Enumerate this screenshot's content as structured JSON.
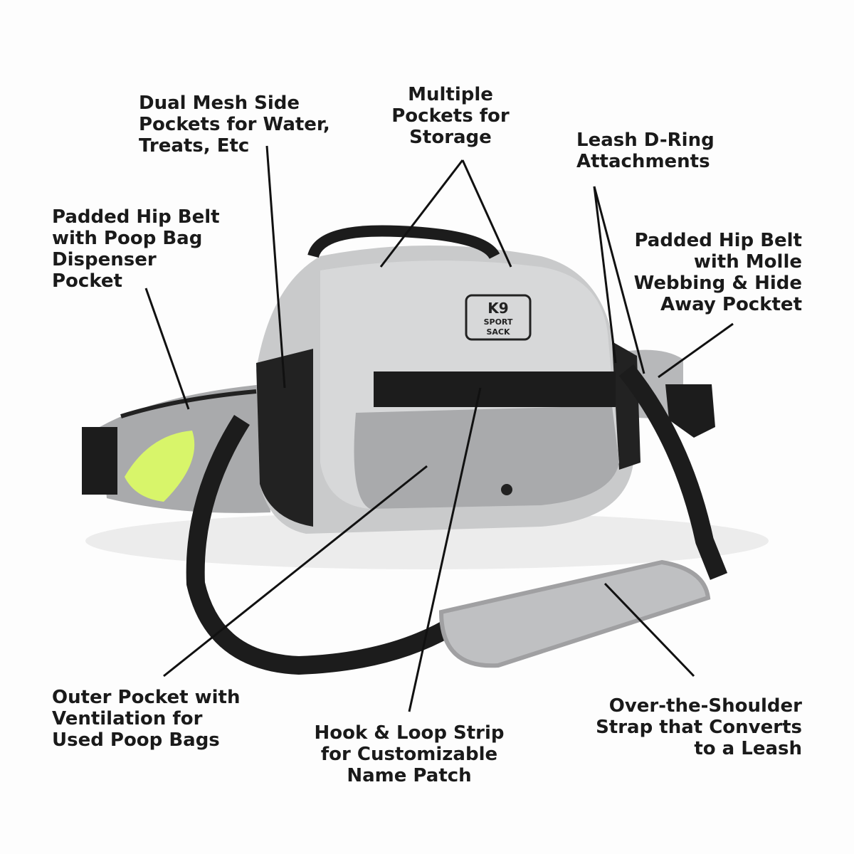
{
  "brand_logo": {
    "line1": "K9",
    "line2": "SPORT",
    "line3": "SACK"
  },
  "callouts": [
    {
      "id": "mesh-side-pockets",
      "lines": [
        "Dual Mesh Side",
        "Pockets for Water,",
        "Treats, Etc"
      ]
    },
    {
      "id": "multiple-pockets",
      "lines": [
        "Multiple",
        "Pockets for",
        "Storage"
      ]
    },
    {
      "id": "leash-d-ring",
      "lines": [
        "Leash D-Ring",
        "Attachments"
      ]
    },
    {
      "id": "hip-belt-poop-bag",
      "lines": [
        "Padded Hip Belt",
        "with Poop Bag",
        "Dispenser",
        "Pocket"
      ]
    },
    {
      "id": "hip-belt-molle",
      "lines": [
        "Padded Hip Belt",
        "with Molle",
        "Webbing & Hide",
        "Away Pocktet"
      ]
    },
    {
      "id": "outer-pocket",
      "lines": [
        "Outer Pocket with",
        "Ventilation for",
        "Used Poop Bags"
      ]
    },
    {
      "id": "hook-loop-strip",
      "lines": [
        "Hook & Loop Strip",
        "for Customizable",
        "Name Patch"
      ]
    },
    {
      "id": "shoulder-strap",
      "lines": [
        "Over-the-Shoulder",
        "Strap that Converts",
        "to a Leash"
      ]
    }
  ],
  "colors": {
    "bag_light": "#c9cacb",
    "bag_mid": "#a9aaac",
    "webbing": "#1c1c1c",
    "poop_bag": "#d8f56a",
    "line": "#111111"
  }
}
